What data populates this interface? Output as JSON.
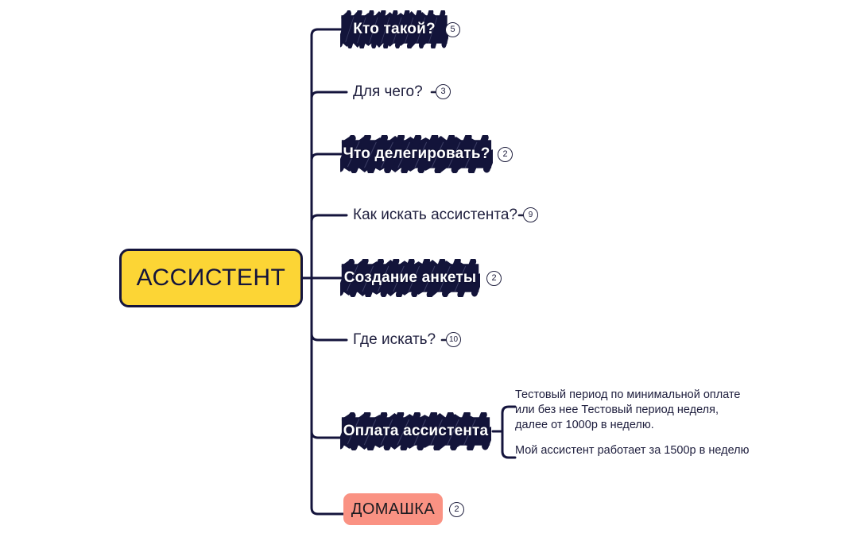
{
  "map": {
    "root": {
      "label": "АССИСТЕНТ",
      "color": "#fcd535",
      "border_color": "#14143c"
    },
    "line_color": "#14143c",
    "branches": [
      {
        "label": "Кто такой?",
        "style": "scribble",
        "badge": "5"
      },
      {
        "label": "Для чего?",
        "style": "plain",
        "badge": "3"
      },
      {
        "label": "Что делегировать?",
        "style": "scribble",
        "badge": "2"
      },
      {
        "label": "Как искать ассистента?",
        "style": "plain",
        "badge": "9"
      },
      {
        "label": "Создание анкеты",
        "style": "scribble",
        "badge": "2"
      },
      {
        "label": "Где искать?",
        "style": "plain",
        "badge": "10"
      },
      {
        "label": "Оплата ассистента",
        "style": "scribble",
        "badge": "",
        "children": [
          {
            "text": "Тестовый период по минимальной оплате\nили без нее Тестовый период неделя,\nдалее от  1000р в неделю."
          },
          {
            "text": "Мой ассистент работает за 1500р в неделю"
          }
        ]
      },
      {
        "label": "ДОМАШКА",
        "style": "pink",
        "badge": "2",
        "color": "#fa9283"
      }
    ]
  }
}
